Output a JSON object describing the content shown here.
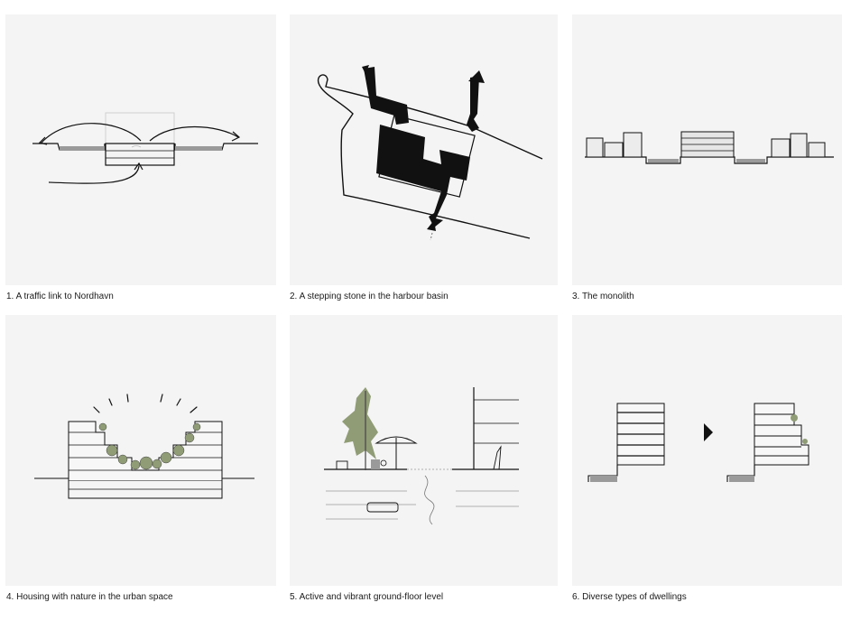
{
  "panels": [
    {
      "caption": "1. A traffic link to Nordhavn"
    },
    {
      "caption": "2. A stepping stone in the harbour basin"
    },
    {
      "caption": "3. The monolith"
    },
    {
      "caption": "4. Housing with nature in the urban space"
    },
    {
      "caption": "5. Active and vibrant ground-floor level"
    },
    {
      "caption": "6. Diverse types of dwellings"
    }
  ],
  "colors": {
    "panel_bg": "#f4f4f4",
    "ink": "#111111",
    "water_grey": "#9a9a9a",
    "tree_green": "#8f9c76"
  }
}
